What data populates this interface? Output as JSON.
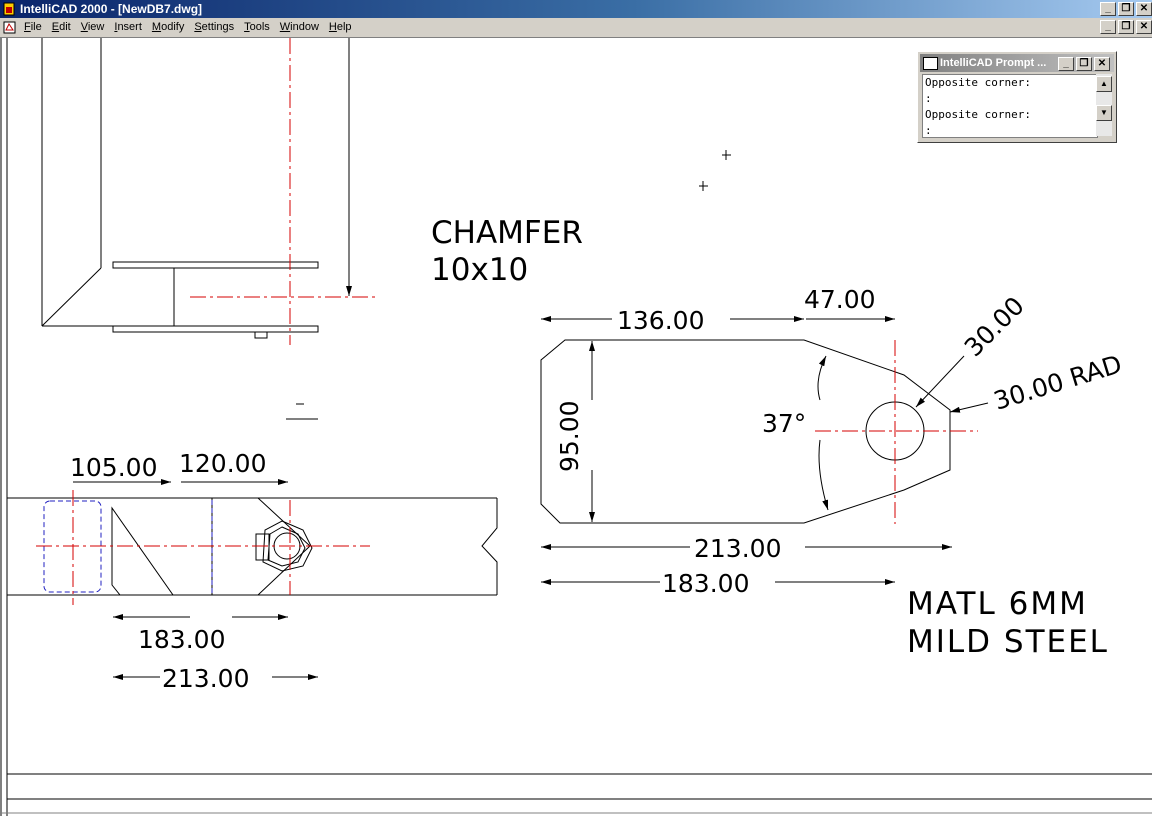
{
  "window": {
    "title": "IntelliCAD 2000 - [NewDB7.dwg]",
    "controls": {
      "minimize": "_",
      "restore": "❐",
      "close": "✕"
    }
  },
  "menu": {
    "items": [
      {
        "label": "File",
        "key": "F",
        "rest": "ile"
      },
      {
        "label": "Edit",
        "key": "E",
        "rest": "dit"
      },
      {
        "label": "View",
        "key": "V",
        "rest": "iew"
      },
      {
        "label": "Insert",
        "key": "I",
        "rest": "nsert"
      },
      {
        "label": "Modify",
        "key": "M",
        "rest": "odify"
      },
      {
        "label": "Settings",
        "key": "S",
        "rest": "ettings"
      },
      {
        "label": "Tools",
        "key": "T",
        "rest": "ools"
      },
      {
        "label": "Window",
        "key": "W",
        "rest": "indow"
      },
      {
        "label": "Help",
        "key": "H",
        "rest": "elp"
      }
    ]
  },
  "prompt_window": {
    "title": "IntelliCAD Prompt ...",
    "lines": [
      "Opposite corner:",
      ":",
      "Opposite corner:",
      ":"
    ]
  },
  "drawing": {
    "chamfer_label": "CHAMFER",
    "chamfer_size": "10x10",
    "dim_136": "136.00",
    "dim_47": "47.00",
    "dim_30": "30.00",
    "dim_30_rad": "30.00 RAD",
    "dim_37": "37°",
    "dim_95": "95.00",
    "dim_213_right": "213.00",
    "dim_183_right": "183.00",
    "dim_105": "105.00",
    "dim_120": "120.00",
    "dim_183_left": "183.00",
    "dim_213_left": "213.00",
    "matl_line1": "MATL 6MM",
    "matl_line2": "MILD STEEL"
  },
  "colors": {
    "centerline": "#d40000",
    "hidden": "#2020c0",
    "line": "#000000"
  }
}
